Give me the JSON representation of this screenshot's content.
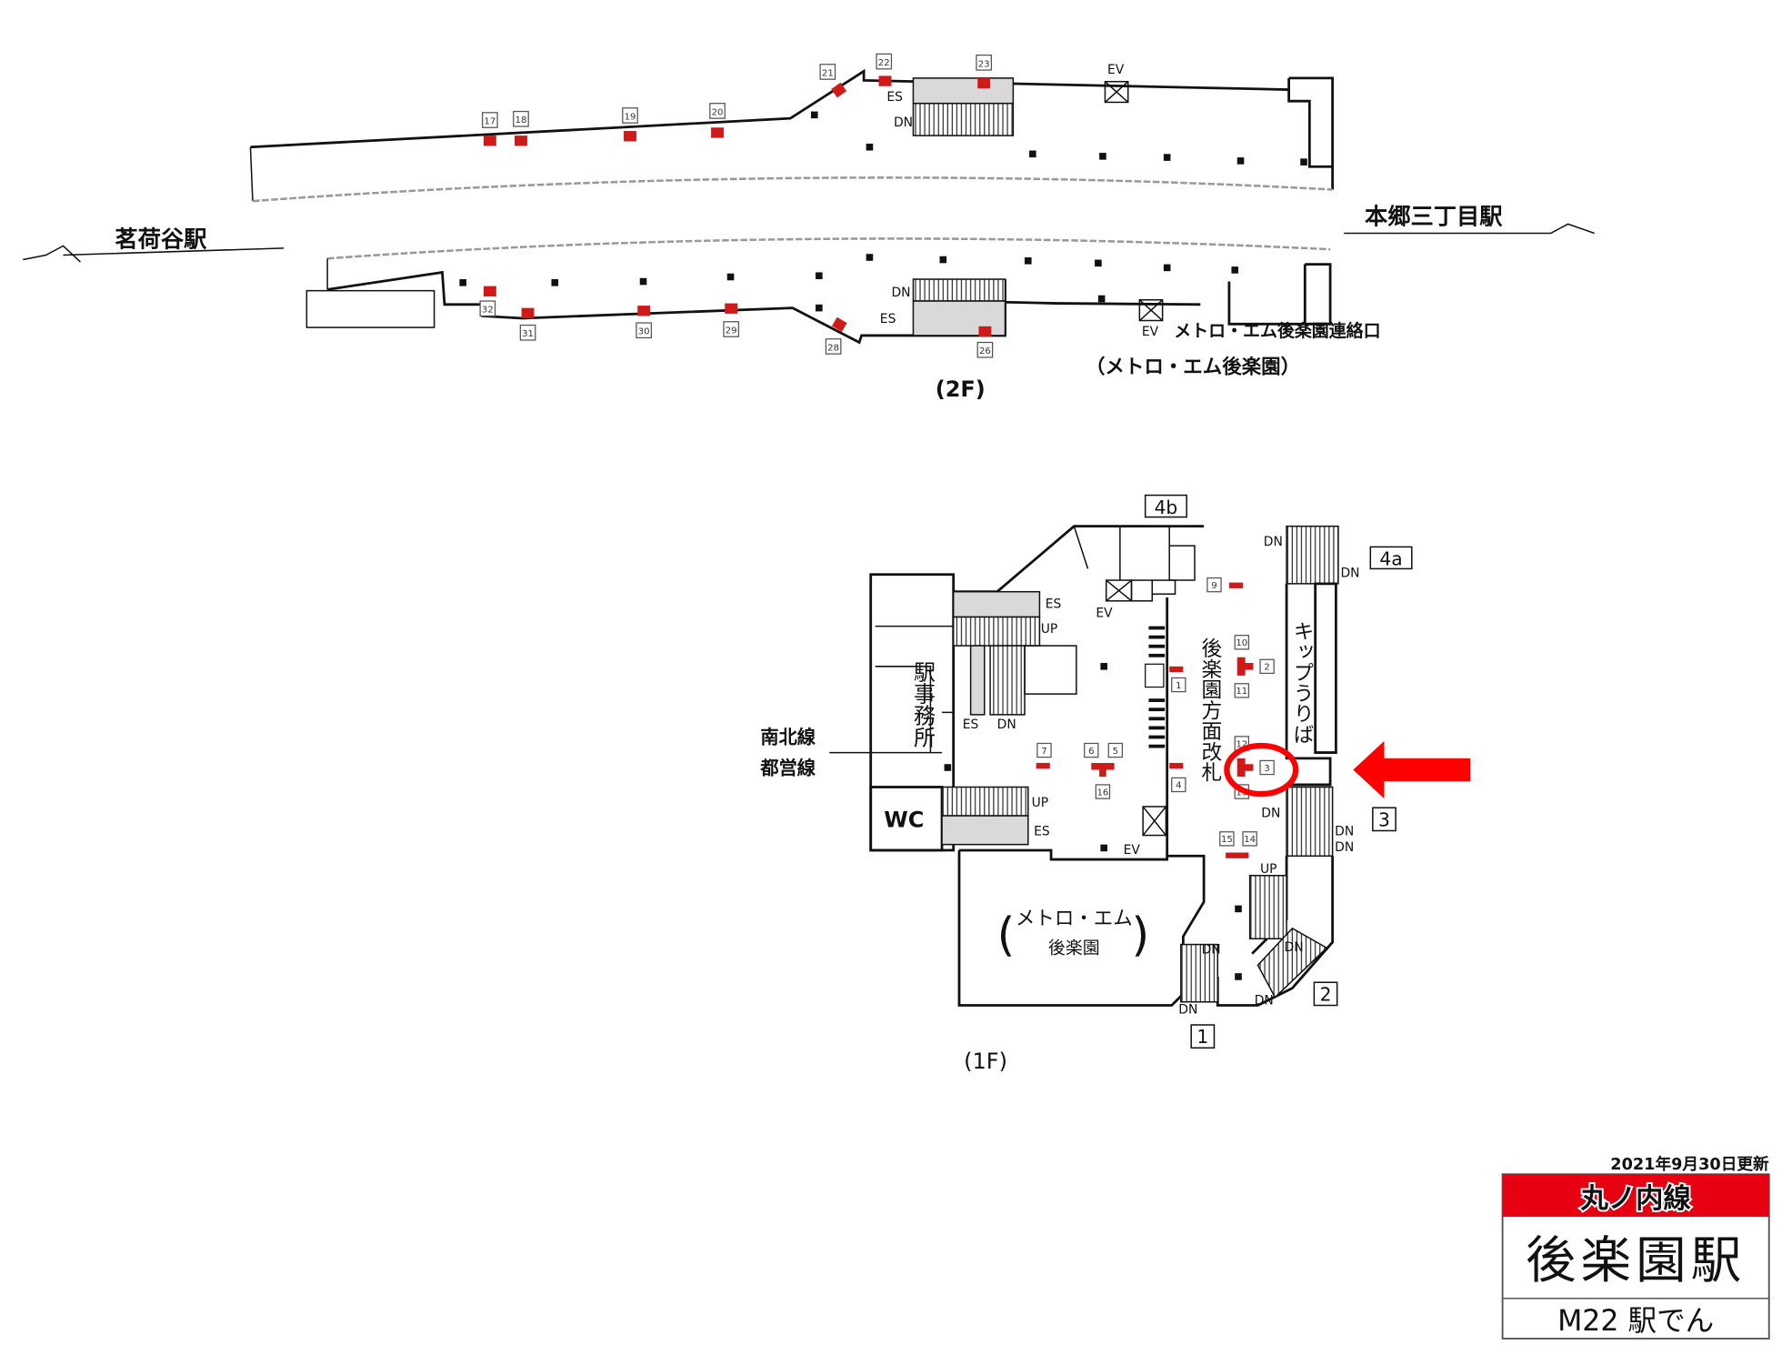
{
  "floor2": {
    "label": "(2F)",
    "station_left": "茗荷谷駅",
    "station_right": "本郷三丁目駅",
    "upper_car_numbers": [
      "17",
      "18",
      "19",
      "20",
      "21",
      "22",
      "23"
    ],
    "lower_car_numbers": [
      "32",
      "31",
      "30",
      "29",
      "28",
      "26"
    ],
    "es": "ES",
    "dn": "DN",
    "ev": "EV",
    "connection_label": "メトロ・エム後楽園連絡口",
    "connection_sub": "（メトロ・エム後楽園）"
  },
  "floor1": {
    "label": "(1F)",
    "exits": [
      "4b",
      "4a",
      "3",
      "2",
      "1"
    ],
    "office": "駅事務所",
    "wc": "WC",
    "transfer_lines": [
      "南北線",
      "都営線"
    ],
    "gate": "後楽園方面改札",
    "ticket": "キップうりば",
    "metro_m": "メトロ・エム",
    "metro_m_sub": "後楽園",
    "car_numbers": [
      "9",
      "10",
      "2",
      "11",
      "12",
      "3",
      "13",
      "1",
      "4",
      "7",
      "6",
      "5",
      "16",
      "15",
      "14"
    ],
    "es": "ES",
    "up": "UP",
    "dn": "DN",
    "ev": "EV"
  },
  "badge": {
    "updated": "2021年9月30日更新",
    "line": "丸ノ内線",
    "station": "後楽園駅",
    "code": "M22 駅でん",
    "line_color": "#e60012"
  },
  "highlight_color": "#ff0000"
}
